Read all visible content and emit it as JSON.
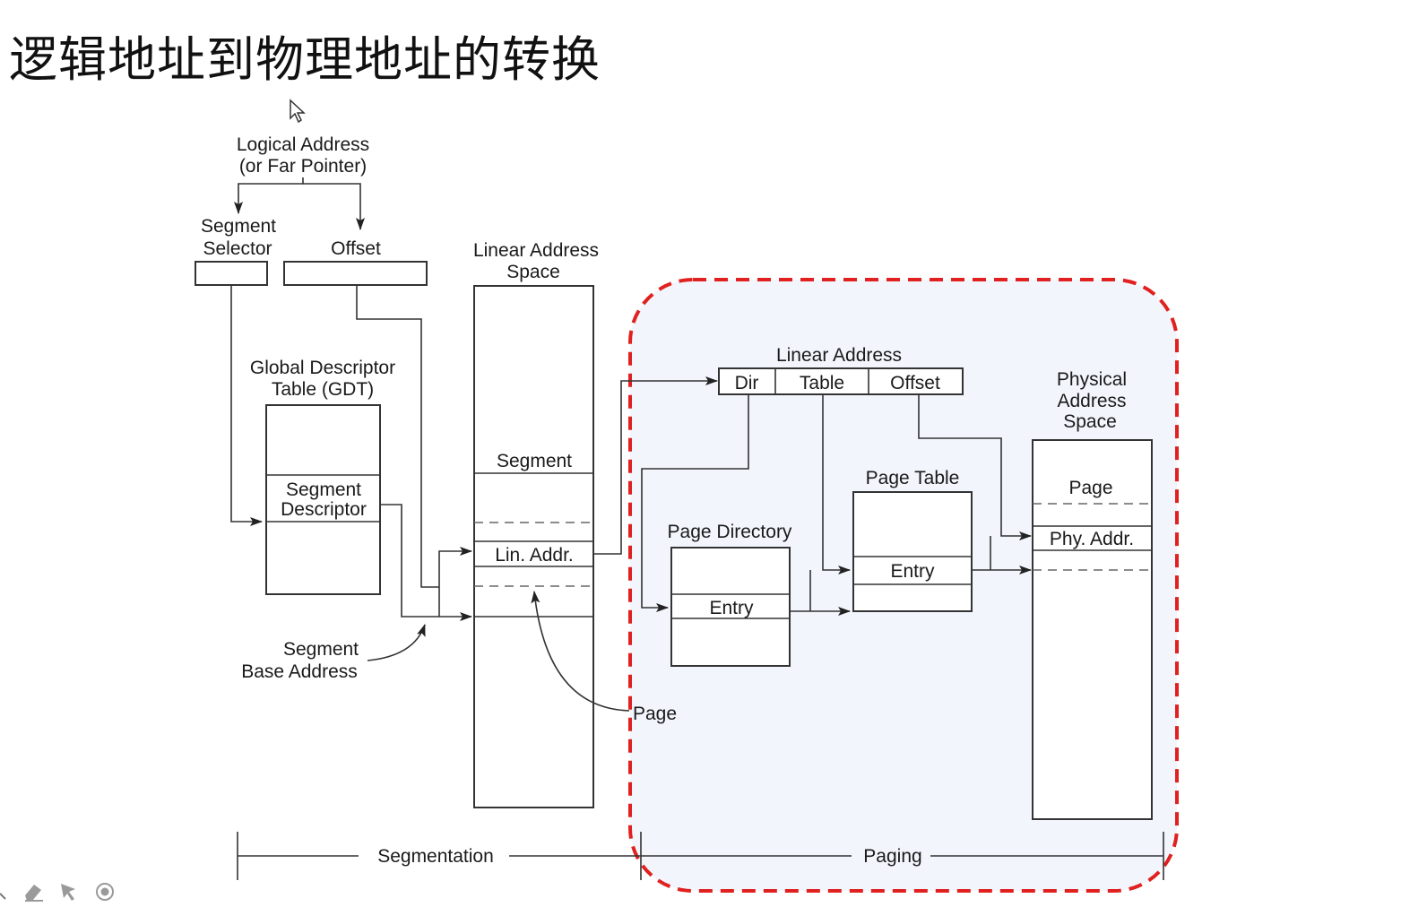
{
  "title": "逻辑地址到物理地址的转换",
  "highlight_color": "#e0211f",
  "highlight_fill": "#f2f5fc",
  "logical": {
    "line1": "Logical Address",
    "line2": "(or Far Pointer)",
    "selector_line1": "Segment",
    "selector_line2": "Selector",
    "offset": "Offset"
  },
  "gdt": {
    "line1": "Global Descriptor",
    "line2": "Table (GDT)",
    "entry_line1": "Segment",
    "entry_line2": "Descriptor"
  },
  "segment_base": {
    "line1": "Segment",
    "line2": "Base Address"
  },
  "linear_space": {
    "line1": "Linear Address",
    "line2": "Space",
    "segment": "Segment",
    "lin_addr": "Lin. Addr.",
    "page": "Page"
  },
  "linear_address": {
    "title": "Linear Address",
    "fields": [
      "Dir",
      "Table",
      "Offset"
    ]
  },
  "page_directory": {
    "title": "Page Directory",
    "entry": "Entry"
  },
  "page_table": {
    "title": "Page Table",
    "entry": "Entry"
  },
  "physical": {
    "line1": "Physical",
    "line2": "Address",
    "line3": "Space",
    "page": "Page",
    "phy_addr": "Phy. Addr."
  },
  "axis": {
    "segmentation": "Segmentation",
    "paging": "Paging"
  },
  "toolbar": {
    "icons": [
      "partial-arrow-icon",
      "eraser-icon",
      "pointer-icon",
      "record-icon"
    ]
  }
}
